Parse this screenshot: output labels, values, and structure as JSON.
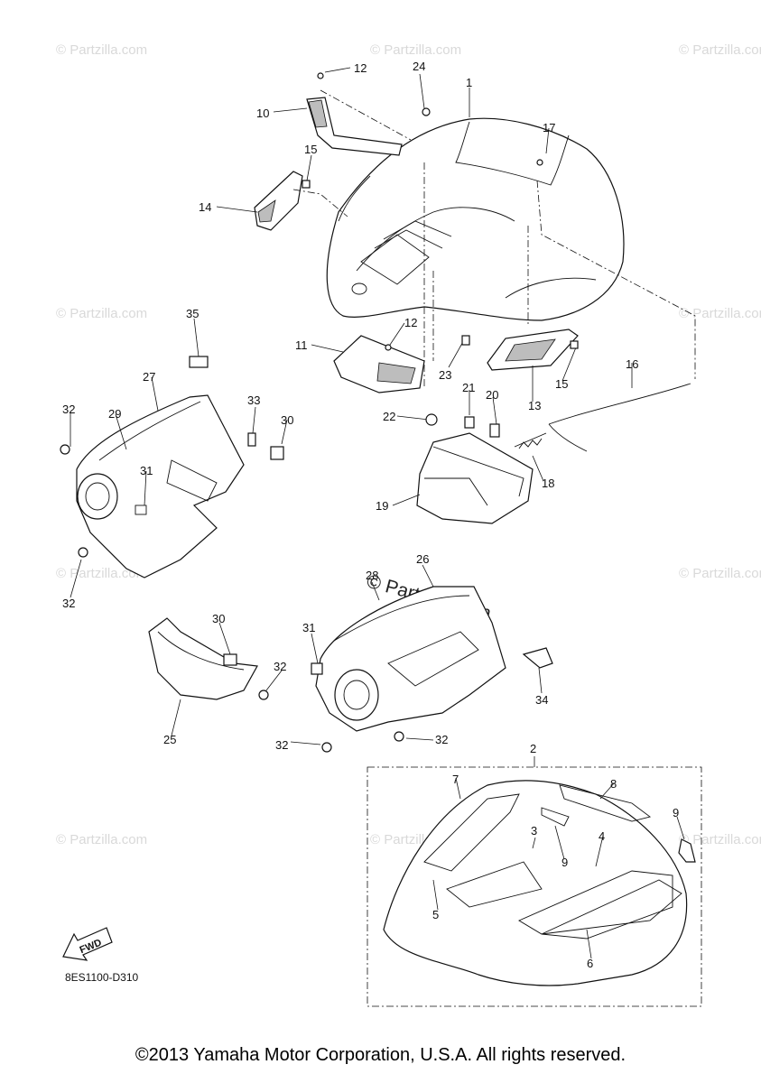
{
  "watermark": {
    "text": "Partzilla.com",
    "symbol": "©"
  },
  "diagram_code": "8ES1100-D310",
  "fwd_label": "FWD",
  "copyright": "©2013 Yamaha Motor Corporation, U.S.A. All rights reserved.",
  "callouts": [
    "12",
    "24",
    "1",
    "10",
    "17",
    "15",
    "14",
    "35",
    "12",
    "11",
    "23",
    "13",
    "15",
    "16",
    "27",
    "33",
    "30",
    "32",
    "29",
    "31",
    "21",
    "20",
    "22",
    "18",
    "19",
    "32",
    "26",
    "28",
    "30",
    "31",
    "32",
    "34",
    "25",
    "32",
    "32",
    "2",
    "7",
    "8",
    "9",
    "3",
    "4",
    "9",
    "5",
    "6"
  ]
}
